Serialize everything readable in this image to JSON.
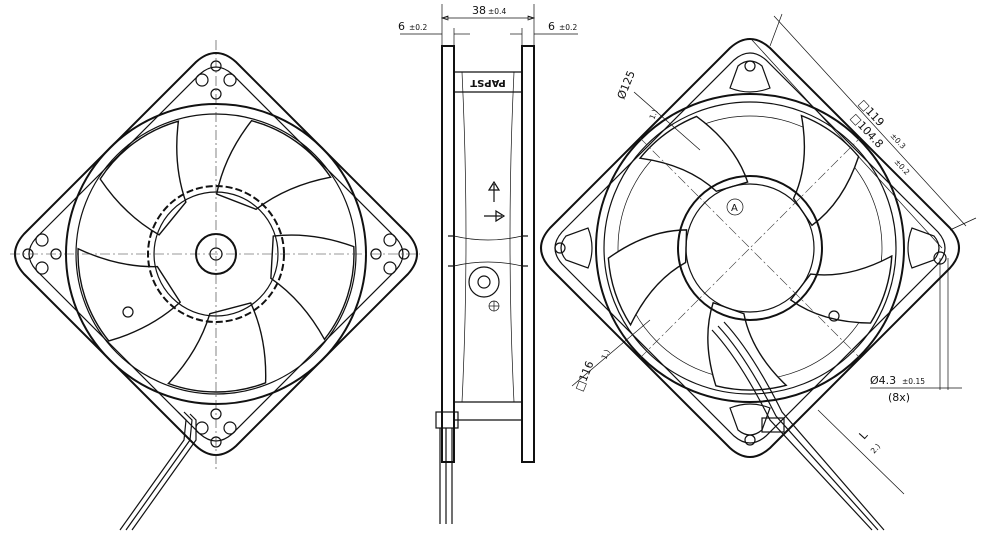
{
  "drawing": {
    "side_view": {
      "width_label": "38",
      "width_tol": "±0.4",
      "flange_left_label": "6",
      "flange_left_tol": "±0.2",
      "flange_right_label": "6",
      "flange_right_tol": "±0.2",
      "brand_mark": "PAPST"
    },
    "rear_view": {
      "circle_a_label": "A",
      "dia125_label": "Ø125",
      "dia125_note": "1.)",
      "sq119_label": "□119",
      "sq119_tol": "±0.3",
      "sq104_label": "□104.8",
      "sq104_tol": "±0.2",
      "sq116_label": "□116",
      "sq116_note": "1.)",
      "hole_label": "Ø4.3",
      "hole_tol": "±0.15",
      "hole_count": "(8x)",
      "lead_label": "L",
      "lead_note": "2.)"
    }
  }
}
